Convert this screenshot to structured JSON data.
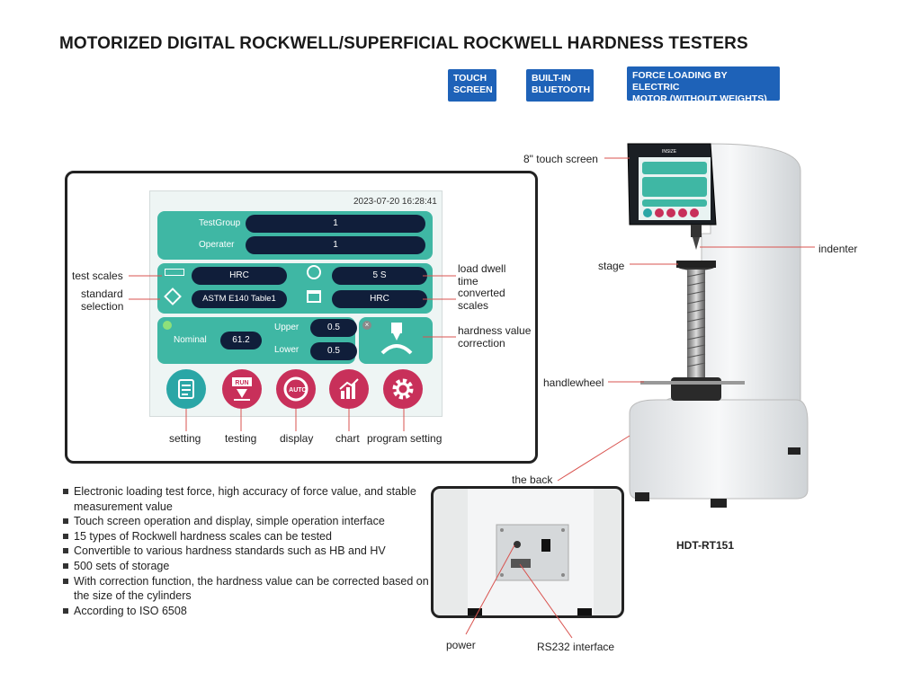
{
  "title": "MOTORIZED DIGITAL ROCKWELL/SUPERFICIAL ROCKWELL HARDNESS TESTERS",
  "badges": [
    {
      "line1": "TOUCH",
      "line2": "SCREEN"
    },
    {
      "line1": "BUILT-IN",
      "line2": "BLUETOOTH"
    },
    {
      "line1": "FORCE LOADING BY  ELECTRIC",
      "line2": "MOTOR (WITHOUT WEIGHTS)"
    }
  ],
  "screen": {
    "timestamp": "2023-07-20 16:28:41",
    "test_group_label": "TestGroup",
    "test_group_value": "1",
    "operator_label": "Operater",
    "operator_value": "1",
    "scale_value": "HRC",
    "standard_value": "ASTM E140 Table1",
    "dwell_value": "5    S",
    "converted_value": "HRC",
    "nominal_label": "Nominal",
    "nominal_value": "61.2",
    "upper_label": "Upper",
    "upper_value": "0.5",
    "lower_label": "Lower",
    "lower_value": "0.5",
    "run_text": "RUN",
    "auto_text": "AUTO"
  },
  "callouts": {
    "test_scales": "test scales",
    "standard_selection": "standard selection",
    "load_dwell_time": "load dwell time",
    "converted_scales": "converted scales",
    "hardness_value_correction": "hardness value correction",
    "setting": "setting",
    "testing": "testing",
    "display": "display",
    "chart": "chart",
    "program_setting": "program setting"
  },
  "machine_labels": {
    "touch_screen": "8\" touch screen",
    "indenter": "indenter",
    "stage": "stage",
    "handlewheel": "handlewheel",
    "the_back": "the back",
    "power": "power",
    "rs232": "RS232  interface",
    "brand": "INSIZE"
  },
  "features": [
    "Electronic loading test force, high accuracy of force value, and stable measurement value",
    "Touch screen operation and display, simple operation interface",
    "15 types of Rockwell hardness scales can be tested",
    "Convertible to various hardness standards such as HB and HV",
    "500 sets of storage",
    "With correction function, the hardness value can be corrected based on the size of the cylinders",
    "According to ISO 6508"
  ],
  "model": "HDT-RT151",
  "colors": {
    "badge_blue": "#1e62b8",
    "teal": "#3fb7a4",
    "pill_navy": "#101e3a",
    "button_magenta": "#c8305a",
    "button_teal": "#2aa6a6",
    "pointer_red": "#d9534f"
  },
  "icons": [
    "ruler-icon",
    "standard-icon",
    "stopwatch-icon",
    "calendar-icon",
    "ok-icon",
    "cancel-icon",
    "indenter-icon",
    "setting-icon",
    "run-icon",
    "auto-icon",
    "chart-icon",
    "gear-icon"
  ]
}
